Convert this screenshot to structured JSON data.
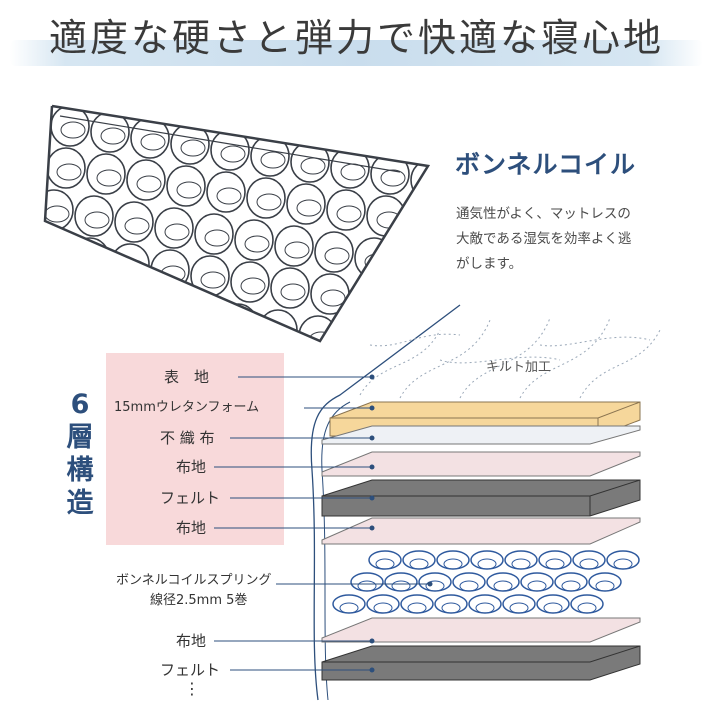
{
  "title": "適度な硬さと弾力で快適な寝心地",
  "coil": {
    "name": "ボンネルコイル",
    "description_lines": [
      "通気性がよく、マットレスの",
      "大敵である湿気を効率よく逃",
      "がします。"
    ]
  },
  "structure": {
    "count_lines": [
      "6",
      "層",
      "構",
      "造"
    ],
    "layers": [
      "表　地",
      "15mmウレタンフォーム",
      "不 織 布",
      "布地",
      "フェルト",
      "布地"
    ],
    "spring_label": "ボンネルコイルスプリング",
    "spring_spec": "線径2.5mm 5巻",
    "bottom_layers": [
      "布地",
      "フェルト"
    ],
    "more": "⋮",
    "quilt_label": "キルト加工"
  },
  "colors": {
    "title_text": "#3a3a3a",
    "accent_navy": "#2d4f7c",
    "panel_pink": "#f8d9da",
    "urethane": "#f6d79b",
    "felt": "#7a7a7a",
    "fabric": "#f3e1e3",
    "spring": "#2f5a9e"
  }
}
